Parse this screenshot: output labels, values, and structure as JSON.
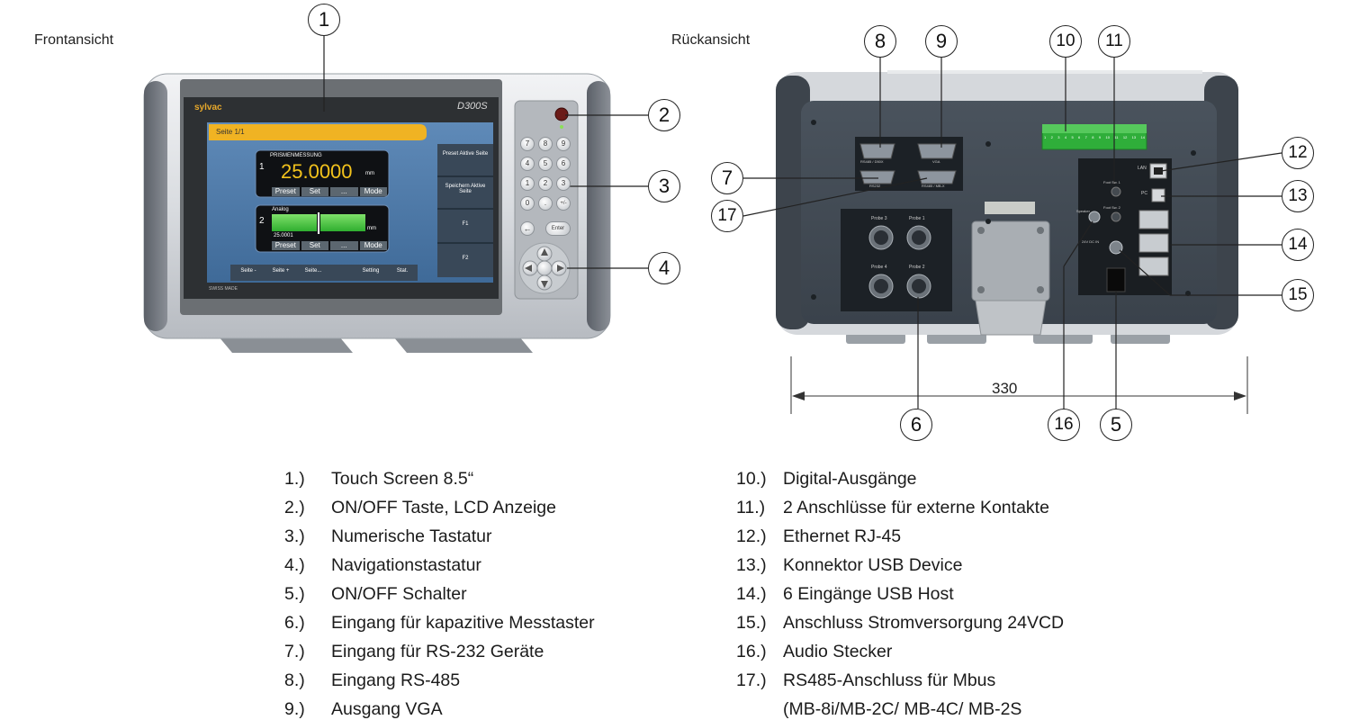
{
  "views": {
    "front_label": "Frontansicht",
    "rear_label": "Rückansicht"
  },
  "device_screen": {
    "brand": "sylvac",
    "model": "D300S",
    "page": "Seite 1/1",
    "measure1_title": "PRISMENMESSUNG",
    "measure1_index": "1",
    "measure1_value": "25.0000",
    "measure1_unit": "mm",
    "measure2_title": "Analog",
    "measure2_index": "2",
    "measure2_value": "25.0001",
    "measure2_unit": "mm",
    "row_buttons": [
      "Preset",
      "Set",
      "...",
      "Mode"
    ],
    "side_buttons": [
      "Preset Aktive Seite",
      "Speichern Aktive Seite",
      "F1",
      "F2"
    ],
    "bottom_tabs": [
      "Seite -",
      "Seite +",
      "Seite...",
      "Setting",
      "Stat."
    ],
    "swiss_made": "SWISS MADE",
    "keypad": [
      "7",
      "8",
      "9",
      "4",
      "5",
      "6",
      "1",
      "2",
      "3",
      "0",
      ".",
      "+/-",
      "←",
      "Enter"
    ]
  },
  "rear_panel": {
    "conn_rs485": "RS485 / D50X",
    "conn_vga": "VGA",
    "conn_rs232": "RS232",
    "conn_mbx": "RS485 / MB-X",
    "probes": [
      "Probe 3",
      "Probe 1",
      "Probe 4",
      "Probe 2"
    ],
    "lan": "LAN",
    "pc": "PC",
    "foot1": "Foot Sw. 1",
    "foot2": "Foot Sw. 2",
    "speaker": "Speaker",
    "power": "24V DC IN",
    "digital_pins": [
      "1",
      "2",
      "3",
      "4",
      "5",
      "6",
      "7",
      "8",
      "9",
      "10",
      "11",
      "12",
      "13",
      "14"
    ]
  },
  "dimension": "330",
  "callouts": [
    "1",
    "2",
    "3",
    "4",
    "5",
    "6",
    "7",
    "8",
    "9",
    "10",
    "11",
    "12",
    "13",
    "14",
    "15",
    "16",
    "17"
  ],
  "legend_left": [
    {
      "num": "1.)",
      "text": "Touch Screen 8.5“"
    },
    {
      "num": "2.)",
      "text": "ON/OFF Taste, LCD Anzeige"
    },
    {
      "num": "3.)",
      "text": "Numerische Tastatur"
    },
    {
      "num": "4.)",
      "text": "Navigationstastatur"
    },
    {
      "num": "5.)",
      "text": "ON/OFF Schalter"
    },
    {
      "num": "6.)",
      "text": "Eingang für kapazitive Messtaster"
    },
    {
      "num": "7.)",
      "text": "Eingang für RS-232 Geräte"
    },
    {
      "num": "8.)",
      "text": "Eingang RS-485"
    },
    {
      "num": "9.)",
      "text": "Ausgang VGA"
    }
  ],
  "legend_right": [
    {
      "num": "10.)",
      "text": "Digital-Ausgänge"
    },
    {
      "num": "11.)",
      "text": "2 Anschlüsse für externe Kontakte"
    },
    {
      "num": "12.)",
      "text": "Ethernet RJ-45"
    },
    {
      "num": "13.)",
      "text": "Konnektor USB Device"
    },
    {
      "num": "14.)",
      "text": "6 Eingänge USB Host"
    },
    {
      "num": "15.)",
      "text": "Anschluss Stromversorgung 24VCD"
    },
    {
      "num": "16.)",
      "text": "Audio Stecker"
    },
    {
      "num": "17.)",
      "text": "RS485-Anschluss für Mbus"
    }
  ],
  "legend_right_continuation": "(MB-8i/MB-2C/ MB-4C/ MB-2S"
}
